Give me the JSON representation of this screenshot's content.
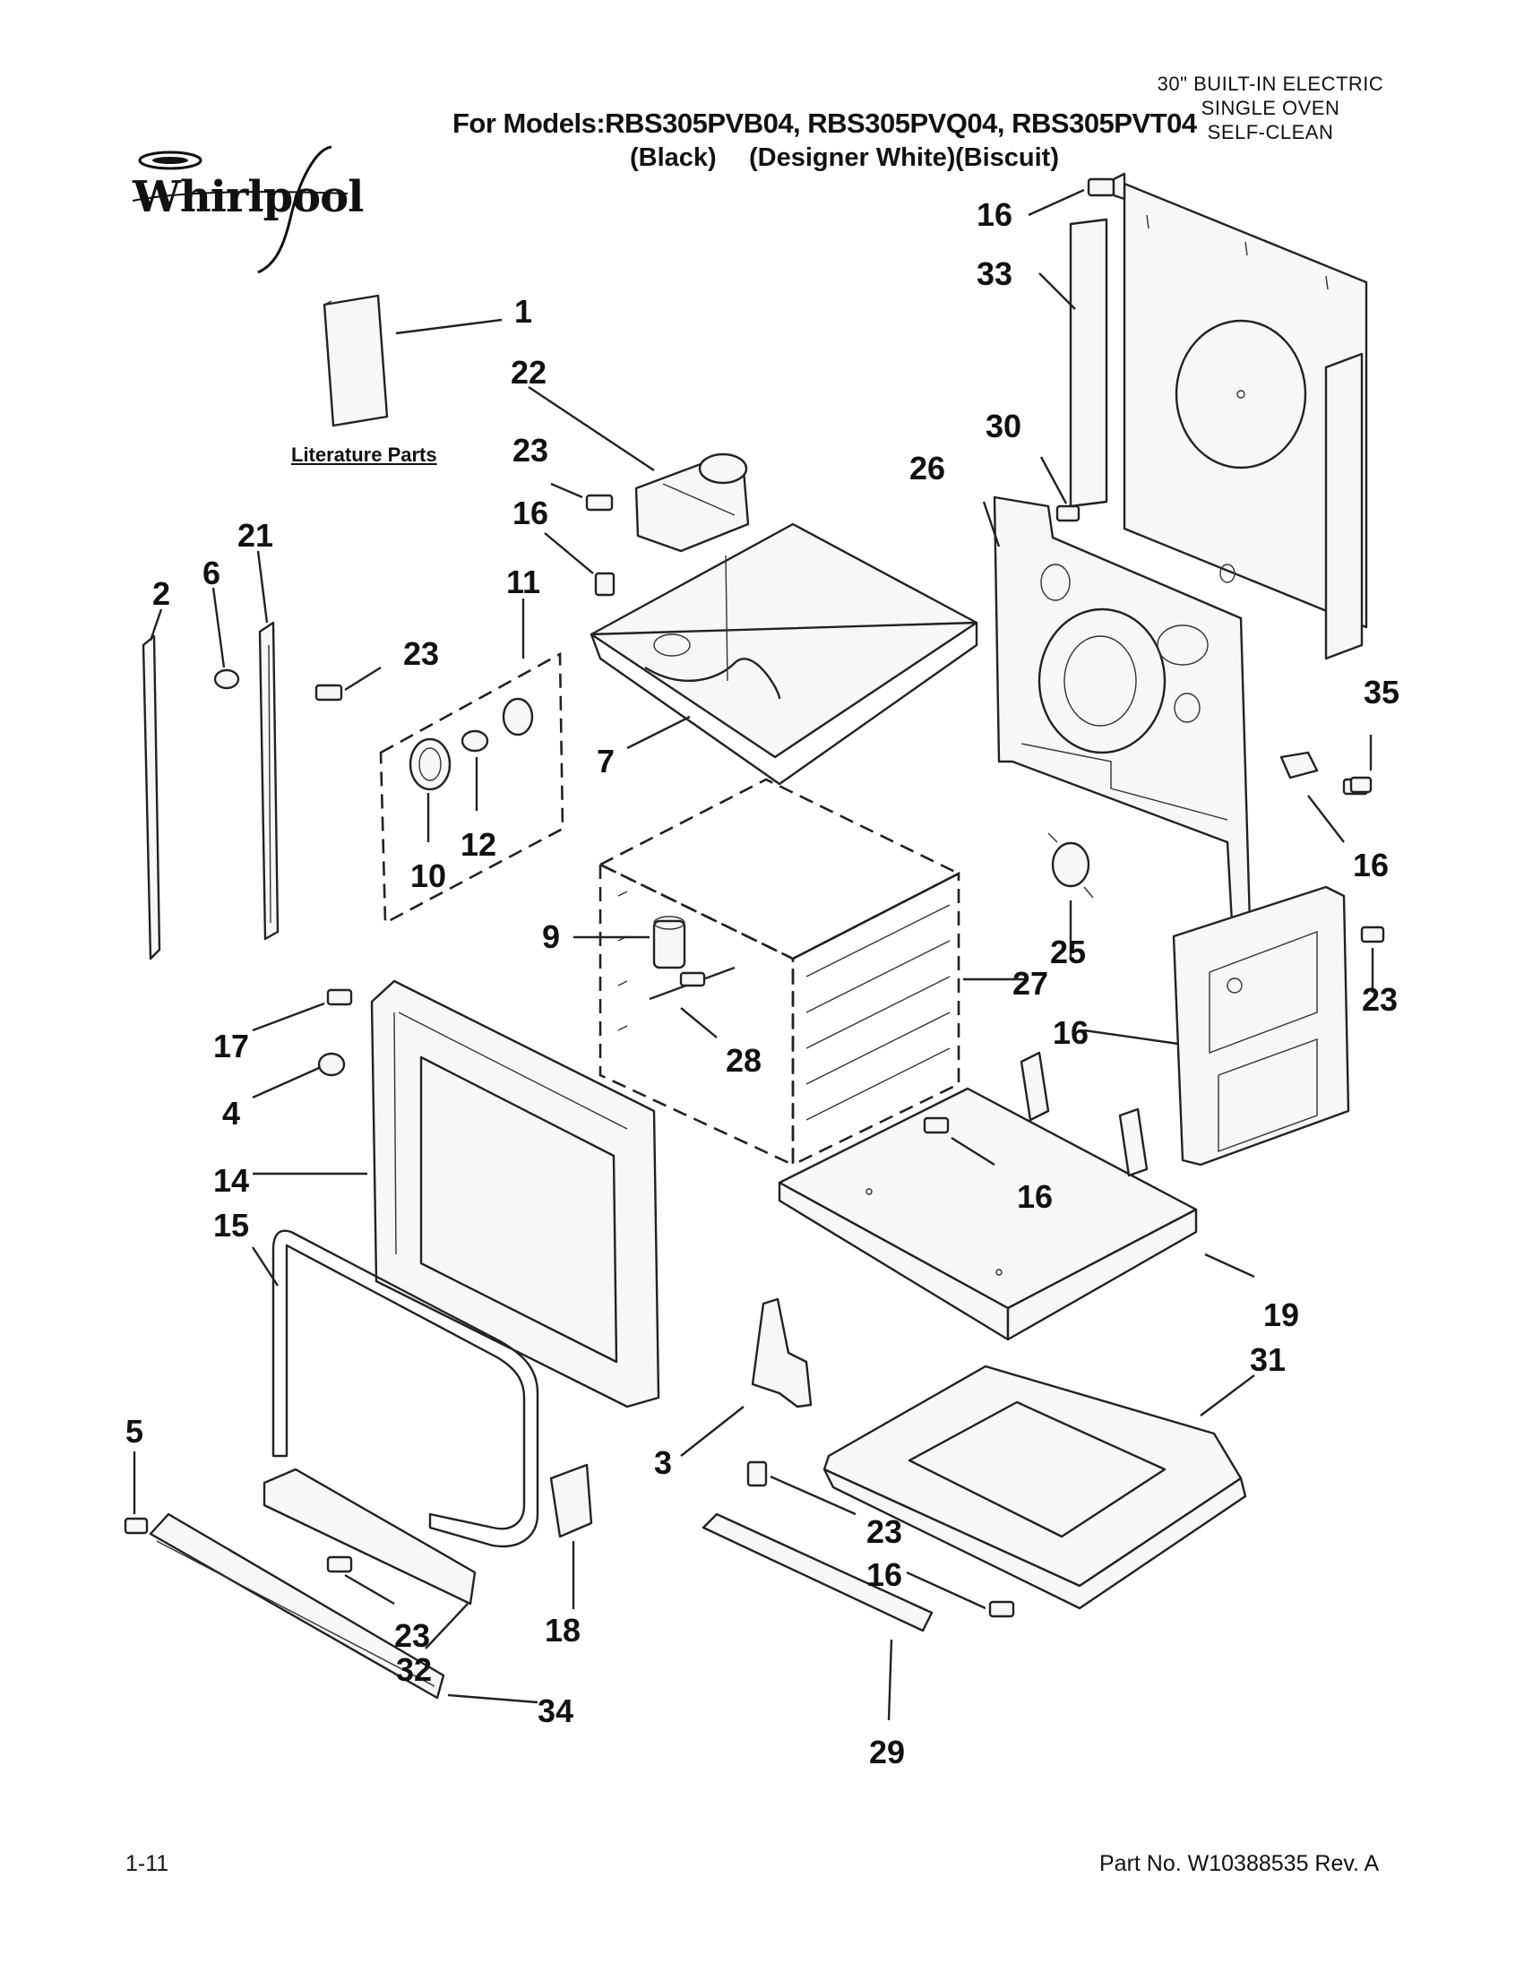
{
  "header": {
    "models_line": "For Models:RBS305PVB04, RBS305PVQ04, RBS305PVT04",
    "variants": [
      "(Black)",
      "(Designer White)",
      "(Biscuit)"
    ],
    "category_lines": [
      "30\" BUILT-IN ELECTRIC",
      "SINGLE OVEN",
      "SELF-CLEAN"
    ]
  },
  "brand": {
    "logo_text": "Whirlpool"
  },
  "literature_label": "Literature Parts",
  "callouts": [
    "1",
    "22",
    "23",
    "16",
    "2",
    "6",
    "21",
    "11",
    "23",
    "7",
    "10",
    "12",
    "9",
    "17",
    "4",
    "28",
    "27",
    "14",
    "15",
    "5",
    "3",
    "18",
    "23",
    "32",
    "34",
    "23",
    "16",
    "29",
    "19",
    "31",
    "16",
    "33",
    "16",
    "26",
    "30",
    "25",
    "16",
    "23",
    "35",
    "16"
  ],
  "footer": {
    "page": "1-11",
    "part_number": "Part No. W10388535 Rev. A"
  }
}
